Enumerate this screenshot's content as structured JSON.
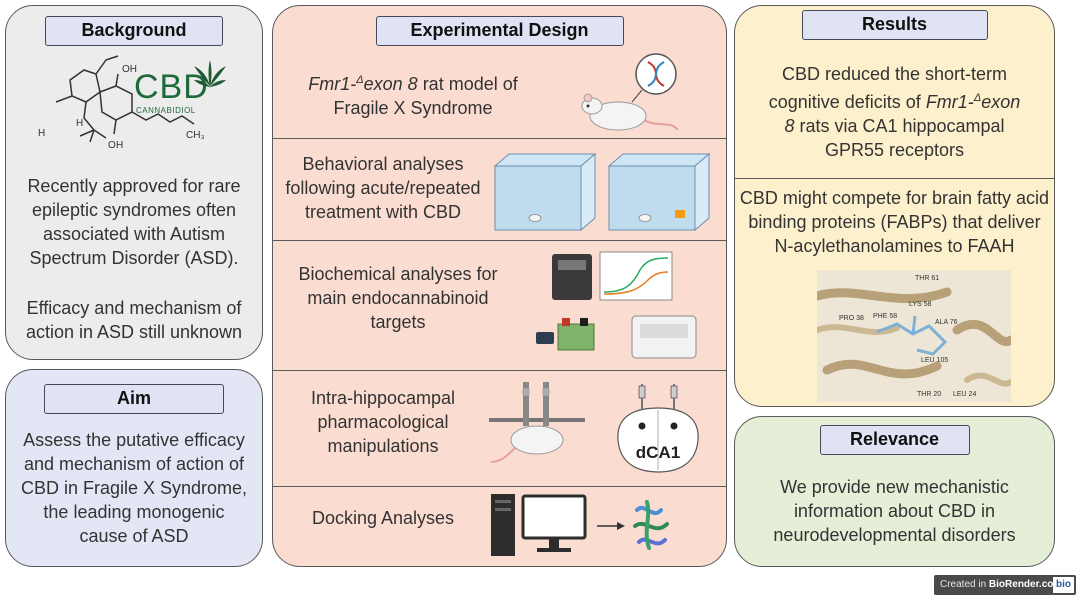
{
  "background": {
    "title": "Background",
    "logo_text": "CBD",
    "logo_sub": "CANNABIDIOL",
    "chem_labels": [
      "OH",
      "H",
      "H",
      "O",
      "H",
      "CH₃"
    ],
    "text1": "Recently approved for rare epileptic syndromes often associated with Autism Spectrum Disorder (ASD).",
    "text2": "Efficacy and mechanism of action in ASD still unknown"
  },
  "aim": {
    "title": "Aim",
    "text": "Assess the putative efficacy and mechanism of action of CBD in Fragile X Syndrome, the leading monogenic cause of ASD"
  },
  "design": {
    "title": "Experimental Design",
    "model_gene": "Fmr1-",
    "model_delta": "Δ",
    "model_exon": "exon 8",
    "model_rest": " rat model of",
    "model_line2": "Fragile X Syndrome",
    "behavioral": "Behavioral analyses following acute/repeated treatment with CBD",
    "biochemical": "Biochemical analyses for main endocannabinoid targets",
    "intra": "Intra-hippocampal pharmacological manipulations",
    "dca1": "dCA1",
    "docking": "Docking Analyses"
  },
  "results": {
    "title": "Results",
    "r1_a": "CBD reduced the short-term",
    "r1_b": "cognitive deficits of ",
    "r1_gene": "Fmr1-",
    "r1_delta": "Δ",
    "r1_exon": "exon",
    "r1_c_it": "8",
    "r1_c": " rats via CA1 hippocampal",
    "r1_d": "GPR55 receptors",
    "r2": "CBD might compete for brain fatty acid binding proteins (FABPs) that deliver N-acylethanolamines to FAAH",
    "residues": [
      "THR 61",
      "LYS 58",
      "PRO 38",
      "PHE 58",
      "ALA 76",
      "LEU 105",
      "THR 20",
      "LEU 24"
    ]
  },
  "relevance": {
    "title": "Relevance",
    "text": "We provide new mechanistic information about CBD in neurodevelopmental disorders"
  },
  "footer": {
    "prefix": "Created in ",
    "brand": "BioRender.com",
    "badge": "bio"
  },
  "colors": {
    "background_fill": "#ececec",
    "aim_fill": "#e3e7f5",
    "design_fill": "#fbdcd0",
    "results_fill": "#fdf0cc",
    "relevance_fill": "#e5efd8",
    "tag_fill": "#dfe3f4"
  }
}
